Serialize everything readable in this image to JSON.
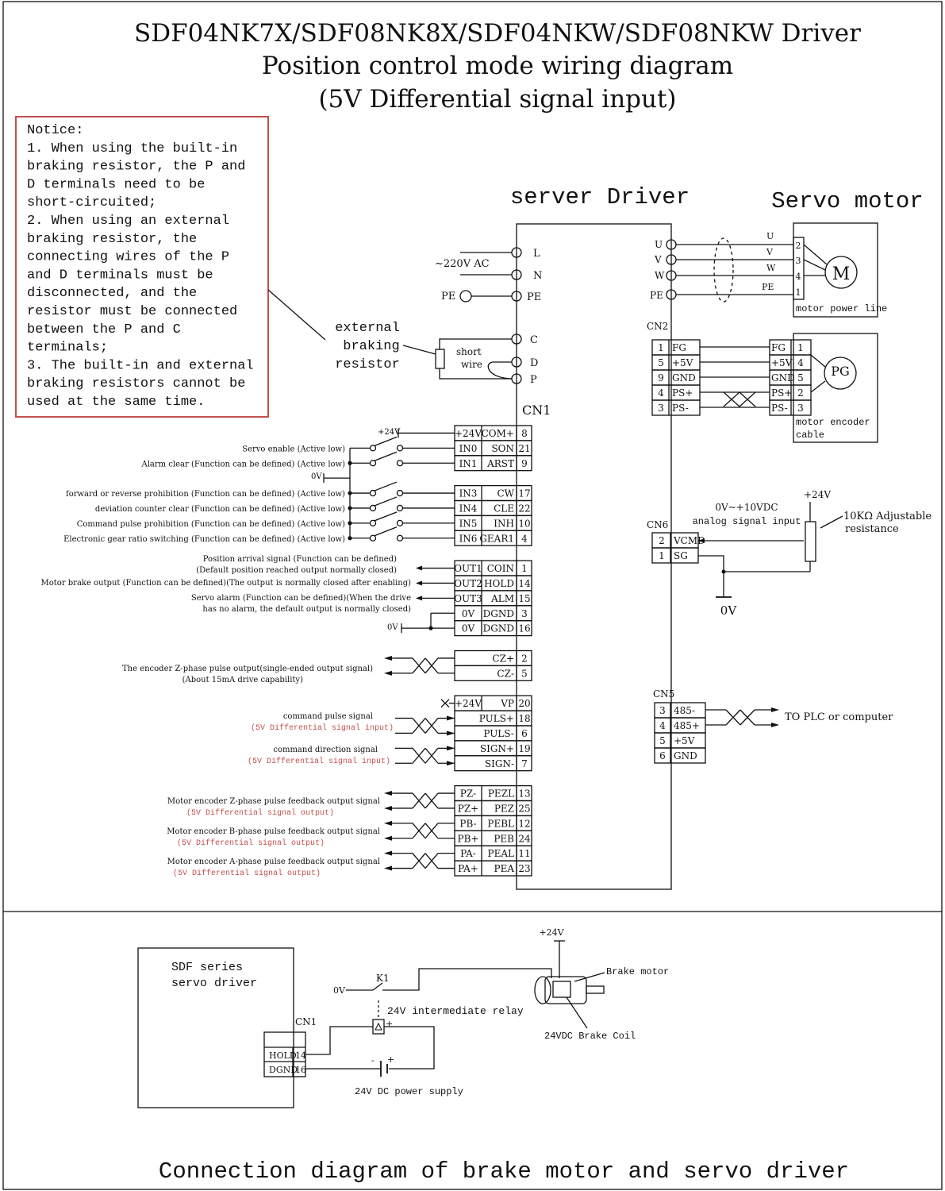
{
  "title": {
    "line1": "SDF04NK7X/SDF08NK8X/SDF04NKW/SDF08NKW Driver",
    "line2": "Position control mode wiring diagram",
    "line3": "(5V Differential signal input)"
  },
  "notice": {
    "lines": [
      "Notice:",
      "1. When using the built-in",
      "braking resistor, the P and",
      "D terminals need to be",
      "short-circuited;",
      "2. When using an external",
      "braking resistor, the",
      "connecting wires of the P",
      "and D terminals must be",
      "disconnected, and the",
      "resistor must be connected",
      "between the P and C",
      "terminals;",
      "3. The built-in and external",
      "braking resistors cannot be",
      "used at the same time."
    ]
  },
  "driver": {
    "label": "server Driver"
  },
  "motor": {
    "label": "Servo motor",
    "symbol": "M",
    "power_line": "motor power line",
    "encoder_symbol": "PG",
    "encoder_cable_1": "motor encoder",
    "encoder_cable_2": "cable"
  },
  "power": {
    "ac": "~220V AC",
    "pe": "PE",
    "L": "L",
    "N": "N",
    "PE_term": "PE",
    "C": "C",
    "D": "D",
    "P": "P"
  },
  "brake_resistor": {
    "line1": "external",
    "line2": "braking",
    "line3": "resistor",
    "short1": "short",
    "short2": "wire"
  },
  "motor_terms": {
    "driver": [
      "U",
      "V",
      "W",
      "PE"
    ],
    "motor": [
      {
        "name": "U",
        "pin": "2"
      },
      {
        "name": "V",
        "pin": "3"
      },
      {
        "name": "W",
        "pin": "4"
      },
      {
        "name": "PE",
        "pin": "1"
      }
    ]
  },
  "cn2": {
    "label": "CN2",
    "rows": [
      {
        "pin": "1",
        "name": "FG",
        "mname": "FG",
        "mpin": "1"
      },
      {
        "pin": "5",
        "name": "+5V",
        "mname": "+5V",
        "mpin": "4"
      },
      {
        "pin": "9",
        "name": "GND",
        "mname": "GND",
        "mpin": "5"
      },
      {
        "pin": "4",
        "name": "PS+",
        "mname": "PS+",
        "mpin": "2"
      },
      {
        "pin": "3",
        "name": "PS-",
        "mname": "PS-",
        "mpin": "3"
      }
    ]
  },
  "cn1": {
    "label": "CN1",
    "rows": [
      {
        "l": "+24V",
        "r": "COM+",
        "n": "8"
      },
      {
        "l": "IN0",
        "r": "SON",
        "n": "21"
      },
      {
        "l": "IN1",
        "r": "ARST",
        "n": "9"
      },
      {
        "l": "",
        "r": "",
        "n": ""
      },
      {
        "l": "IN3",
        "r": "CW",
        "n": "17"
      },
      {
        "l": "IN4",
        "r": "CLE",
        "n": "22"
      },
      {
        "l": "IN5",
        "r": "INH",
        "n": "10"
      },
      {
        "l": "IN6",
        "r": "GEAR1",
        "n": "4"
      },
      {
        "l": "",
        "r": "",
        "n": ""
      },
      {
        "l": "OUT1",
        "r": "COIN",
        "n": "1"
      },
      {
        "l": "OUT2",
        "r": "HOLD",
        "n": "14"
      },
      {
        "l": "OUT3",
        "r": "ALM",
        "n": "15"
      },
      {
        "l": "0V",
        "r": "DGND",
        "n": "3"
      },
      {
        "l": "0V",
        "r": "DGND",
        "n": "16"
      },
      {
        "l": "",
        "r": "",
        "n": ""
      },
      {
        "l": "",
        "r": "CZ+",
        "n": "2"
      },
      {
        "l": "",
        "r": "CZ-",
        "n": "5"
      },
      {
        "l": "",
        "r": "",
        "n": ""
      },
      {
        "l": "+24V",
        "r": "VP",
        "n": "20"
      },
      {
        "l": "",
        "r": "PULS+",
        "n": "18"
      },
      {
        "l": "",
        "r": "PULS-",
        "n": "6"
      },
      {
        "l": "",
        "r": "SIGN+",
        "n": "19"
      },
      {
        "l": "",
        "r": "SIGN-",
        "n": "7"
      },
      {
        "l": "",
        "r": "",
        "n": ""
      },
      {
        "l": "PZ-",
        "r": "PEZL",
        "n": "13"
      },
      {
        "l": "PZ+",
        "r": "PEZ",
        "n": "25"
      },
      {
        "l": "PB-",
        "r": "PEBL",
        "n": "12"
      },
      {
        "l": "PB+",
        "r": "PEB",
        "n": "24"
      },
      {
        "l": "PA-",
        "r": "PEAL",
        "n": "11"
      },
      {
        "l": "PA+",
        "r": "PEA",
        "n": "23"
      }
    ]
  },
  "signals": {
    "v24": "+24V",
    "servo_enable": "Servo enable (Active low)",
    "alarm_clear": "Alarm clear (Function can be defined)  (Active low)",
    "ov": "0V",
    "fwd_rev": "forward or reverse prohibition (Function can be defined)  (Active low)",
    "dev_clear": "deviation counter clear (Function can be defined)  (Active low)",
    "cmd_inhibit": "Command pulse prohibition (Function can be defined)  (Active low)",
    "gear": "Electronic gear ratio switching (Function can be defined)  (Active low)",
    "pos_arrival_1": "Position arrival signal (Function can be defined)",
    "pos_arrival_2": "(Default position reached output normally closed)",
    "brake_out": "Motor brake output (Function can be defined)(The output is normally closed after enabling)",
    "alarm_1": "Servo alarm (Function can be defined)(When the drive",
    "alarm_2": "has no alarm, the default output is normally closed)",
    "ov2": "0V",
    "z_out_1": "The encoder Z-phase pulse output(single-ended output signal)",
    "z_out_2": "(About 15mA drive capability)",
    "cmd_pulse_1": "command pulse signal",
    "cmd_pulse_2": "(5V Differential signal input)",
    "cmd_dir_1": "command direction signal",
    "cmd_dir_2": "(5V Differential signal input)",
    "fz_1": "Motor encoder Z-phase pulse feedback output signal",
    "fz_2": "(5V Differential signal output)",
    "fb_1": "Motor encoder B-phase pulse feedback output signal",
    "fb_2": "(5V Differential signal output)",
    "fa_1": "Motor encoder A-phase pulse feedback output signal",
    "fa_2": "(5V Differential signal output)"
  },
  "cn6": {
    "label": "CN6",
    "rows": [
      {
        "pin": "2",
        "name": "VCMD"
      },
      {
        "pin": "1",
        "name": "SG"
      }
    ],
    "v24": "+24V",
    "range": "0V~+10VDC",
    "input": "analog signal input",
    "res1": "10KΩ Adjustable",
    "res2": "resistance",
    "gnd": "0V"
  },
  "cn5": {
    "label": "CN5",
    "rows": [
      {
        "pin": "3",
        "name": "485-"
      },
      {
        "pin": "4",
        "name": "485+"
      },
      {
        "pin": "5",
        "name": "+5V"
      },
      {
        "pin": "6",
        "name": "GND"
      }
    ],
    "to": "TO PLC or computer"
  },
  "brake_section": {
    "driver1": "SDF series",
    "driver2": "servo driver",
    "cn1": "CN1",
    "rows": [
      {
        "name": "HOLD",
        "pin": "14"
      },
      {
        "name": "DGND",
        "pin": "16"
      }
    ],
    "ov": "0V",
    "k1": "K1",
    "relay": "24V intermediate relay",
    "v24": "+24V",
    "brake_motor": "Brake motor",
    "coil": "24VDC Brake Coil",
    "psu": "24V DC power supply",
    "plus": "+",
    "minus": "-",
    "title": "Connection diagram of brake motor and servo driver"
  }
}
